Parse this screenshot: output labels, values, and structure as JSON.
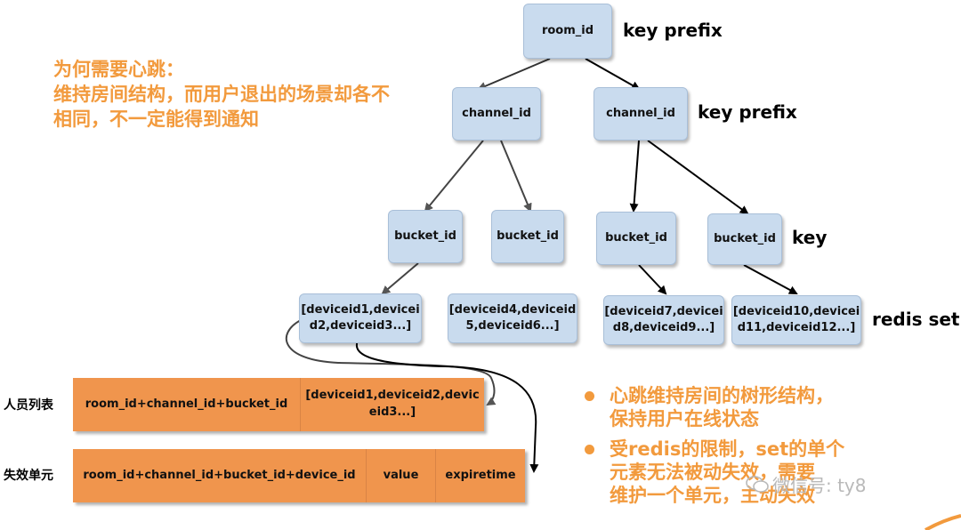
{
  "intro": {
    "line1": "为何需要心跳：",
    "line2": "维持房间结构，而用户退出的场景却各不相同，不一定能得到通知"
  },
  "tree": {
    "root": "room_id",
    "channels": [
      "channel_id",
      "channel_id"
    ],
    "buckets": [
      "bucket_id",
      "bucket_id",
      "bucket_id",
      "bucket_id"
    ],
    "sets": [
      [
        "[deviceid1,devicei",
        "d2,deviceid3...]"
      ],
      [
        "[deviceid4,deviceid",
        "5,deviceid6...]"
      ],
      [
        "[deviceid7,devicei",
        "d8,deviceid9...]"
      ],
      [
        "[deviceid10,devicei",
        "d11,deviceid12...]"
      ]
    ]
  },
  "tags": {
    "root": "key  prefix",
    "channel": "key prefix",
    "bucket": "key",
    "set": "redis set"
  },
  "rows": [
    {
      "label": "人员列表",
      "cells": [
        "room_id+channel_id+bucket_id",
        "[deviceid1,deviceid2,devic eid3...]"
      ]
    },
    {
      "label": "失效单元",
      "cells": [
        "room_id+channel_id+bucket_id+device_id",
        "value",
        "expiretime"
      ]
    }
  ],
  "bullets": [
    [
      "心跳维持房间的树形结构，",
      "保持用户在线状态"
    ],
    [
      "受redis的限制，set的单个",
      "元素无法被动失效，需要",
      "维护一个单元，主动失效"
    ]
  ],
  "watermark": "微信号: ty8",
  "colors": {
    "node_fill": "#c9dbee",
    "bar_fill": "#f0954d",
    "accent_text": "#f29a3d"
  }
}
